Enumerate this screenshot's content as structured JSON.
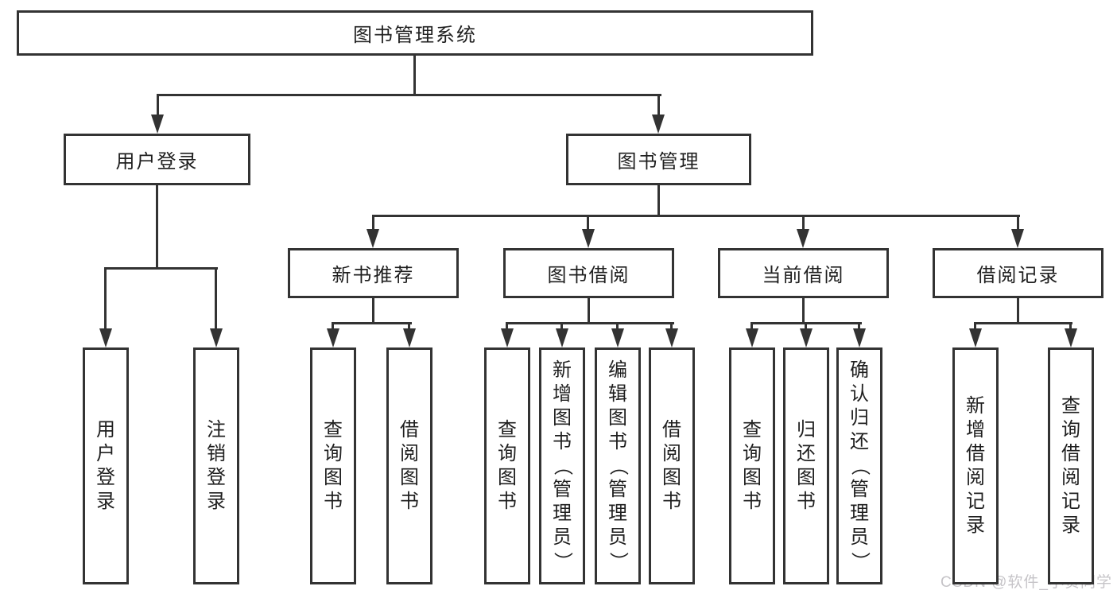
{
  "diagram_type": "hierarchy",
  "colors": {
    "line": "#333333",
    "box_border": "#333333",
    "text": "#1f1f1f",
    "background": "#ffffff",
    "watermark": "#c6c4c8"
  },
  "nodes": {
    "root": {
      "label": "图书管理系统"
    },
    "user_login": {
      "label": "用户登录",
      "children": [
        {
          "label": "用户登录"
        },
        {
          "label": "注销登录"
        }
      ]
    },
    "book_mgmt": {
      "label": "图书管理",
      "children": [
        {
          "label": "新书推荐",
          "children": [
            {
              "label": "查询图书"
            },
            {
              "label": "借阅图书"
            }
          ]
        },
        {
          "label": "图书借阅",
          "children": [
            {
              "label": "查询图书"
            },
            {
              "label": "新增图书（管理员）"
            },
            {
              "label": "编辑图书（管理员）"
            },
            {
              "label": "借阅图书"
            }
          ]
        },
        {
          "label": "当前借阅",
          "children": [
            {
              "label": "查询图书"
            },
            {
              "label": "归还图书"
            },
            {
              "label": "确认归还（管理员）"
            }
          ]
        },
        {
          "label": "借阅记录",
          "children": [
            {
              "label": "新增借阅记录"
            },
            {
              "label": "查询借阅记录"
            }
          ]
        }
      ]
    }
  },
  "watermark": {
    "text": "CSDN @软件_小贺同学"
  }
}
